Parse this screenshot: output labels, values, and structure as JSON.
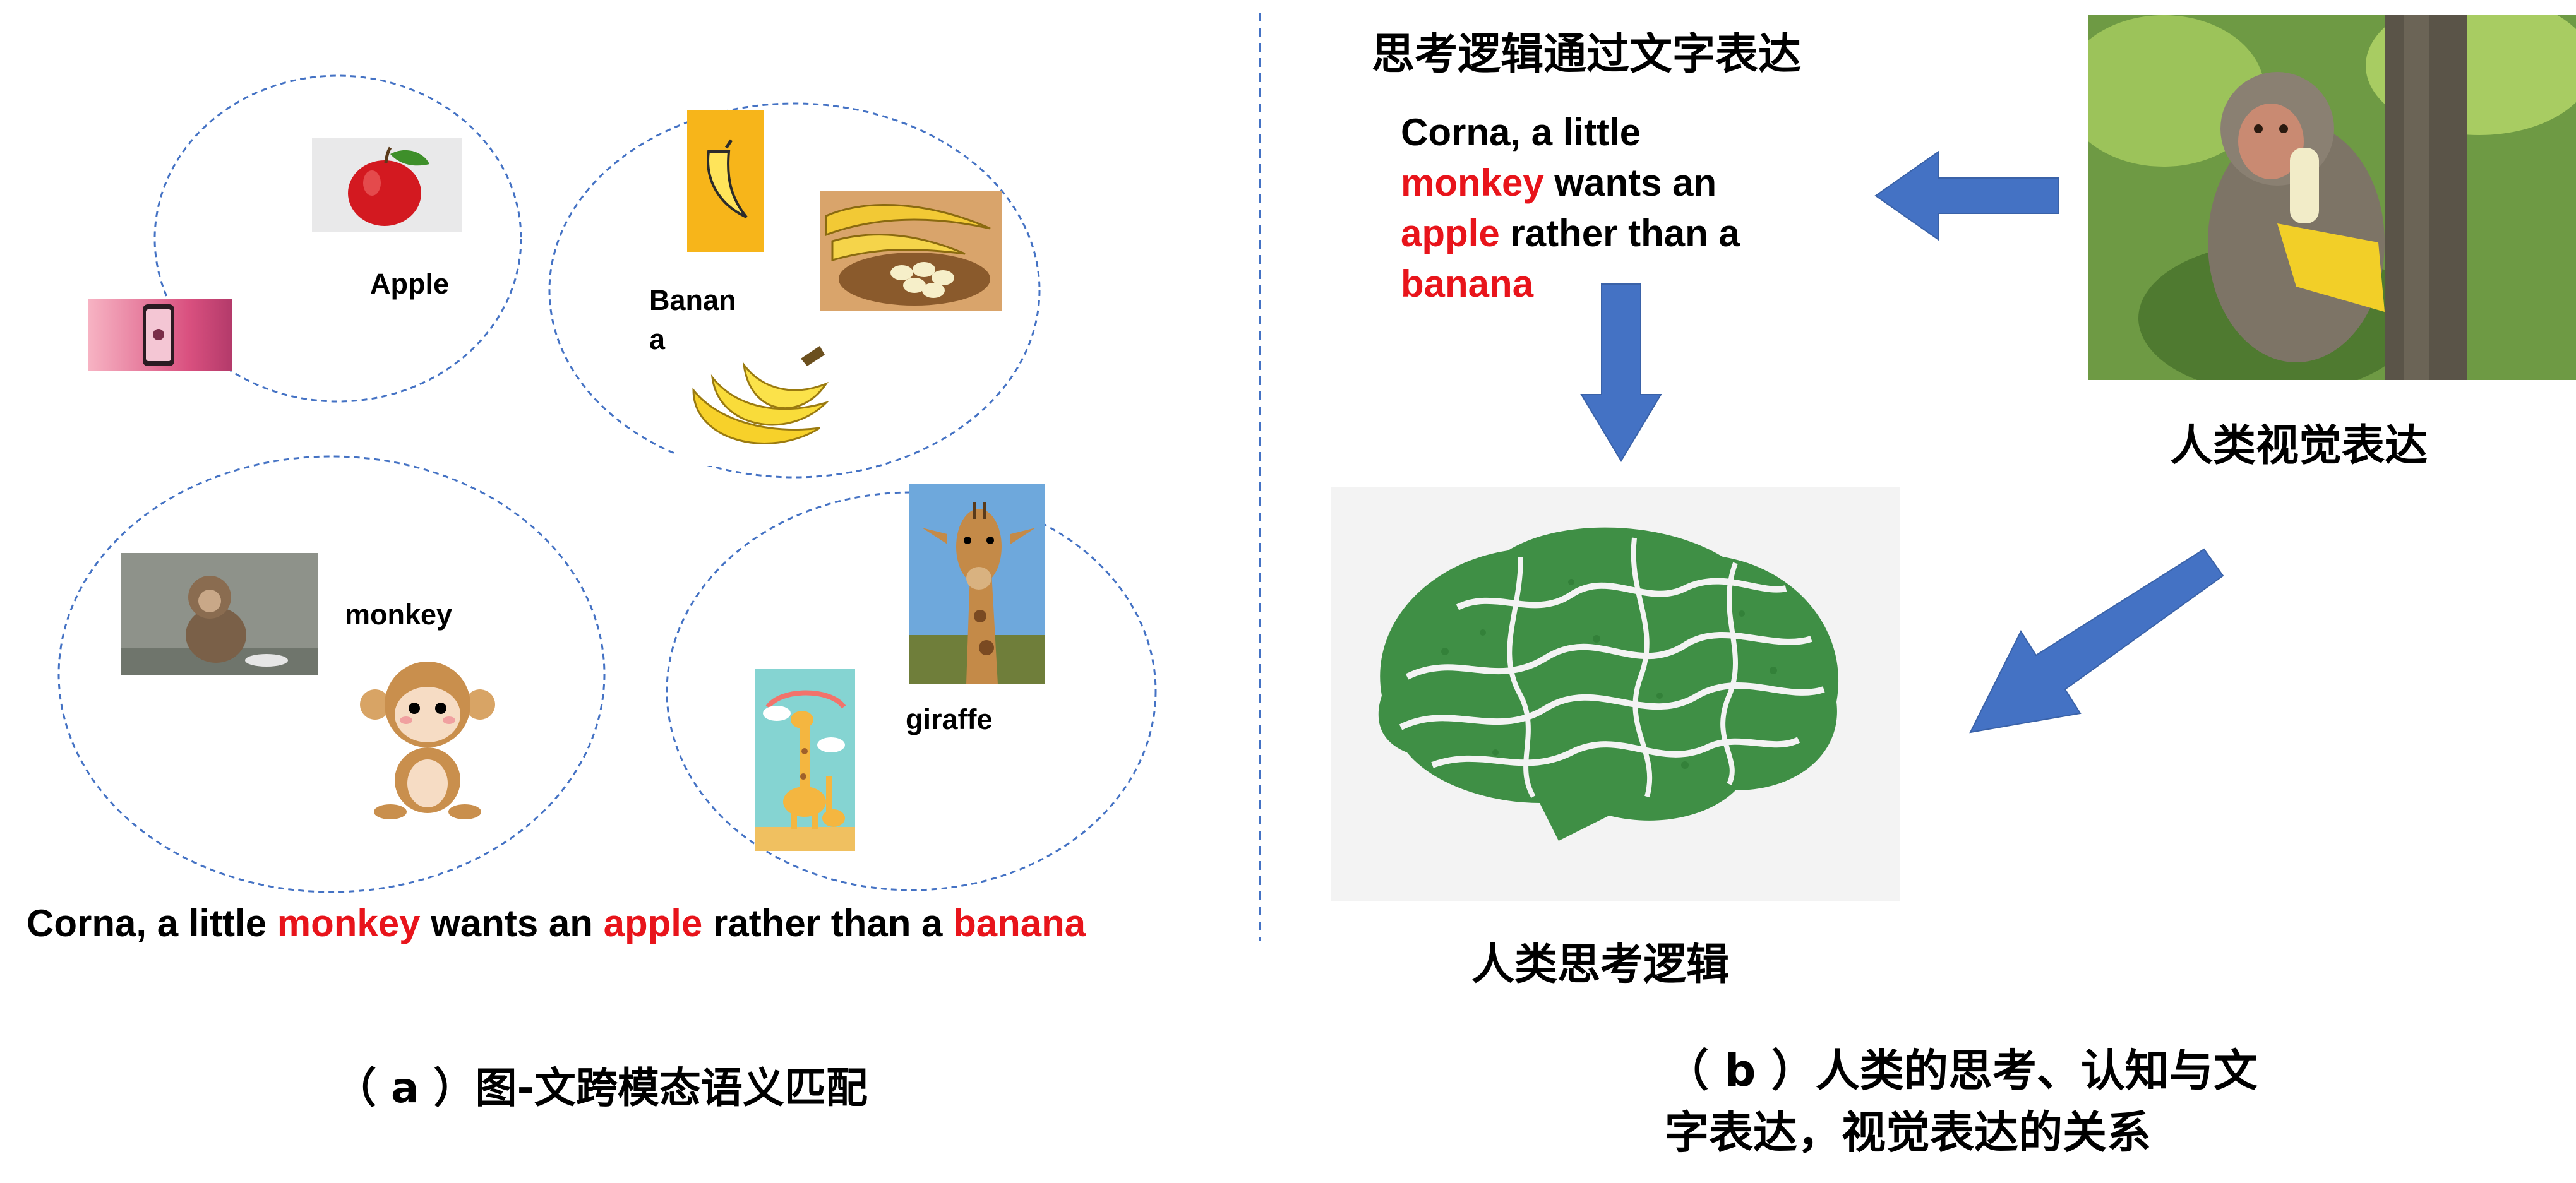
{
  "left_panel": {
    "groups": {
      "apple": {
        "label": "Apple"
      },
      "banana": {
        "label_line1": "Banan",
        "label_line2": "a"
      },
      "monkey": {
        "label": "monkey"
      },
      "giraffe": {
        "label": "giraffe"
      }
    },
    "sentence": [
      {
        "text": "Corna, a little ",
        "red": false
      },
      {
        "text": "monkey",
        "red": true
      },
      {
        "text": " wants an ",
        "red": false
      },
      {
        "text": "apple",
        "red": true
      },
      {
        "text": " rather than a ",
        "red": false
      },
      {
        "text": "banana",
        "red": true
      }
    ],
    "caption": "（ a ）图-文跨模态语义匹配"
  },
  "right_panel": {
    "title": "思考逻辑通过文字表达",
    "text_lines": [
      [
        {
          "text": "Corna, a little",
          "red": false
        }
      ],
      [
        {
          "text": "monkey",
          "red": true
        },
        {
          "text": " wants an",
          "red": false
        }
      ],
      [
        {
          "text": "apple",
          "red": true
        },
        {
          "text": " rather than a",
          "red": false
        }
      ],
      [
        {
          "text": "banana",
          "red": true
        }
      ]
    ],
    "visual_label": "人类视觉表达",
    "brain_label": "人类思考逻辑",
    "caption_line1": "（ b ）人类的思考、认知与文",
    "caption_line2": "字表达，视觉表达的关系"
  },
  "colors": {
    "accent_red": "#e8141b",
    "arrow_blue": "#4472c4",
    "ellipse_stroke": "#4472c4",
    "brain_green": "#3f8f45"
  }
}
